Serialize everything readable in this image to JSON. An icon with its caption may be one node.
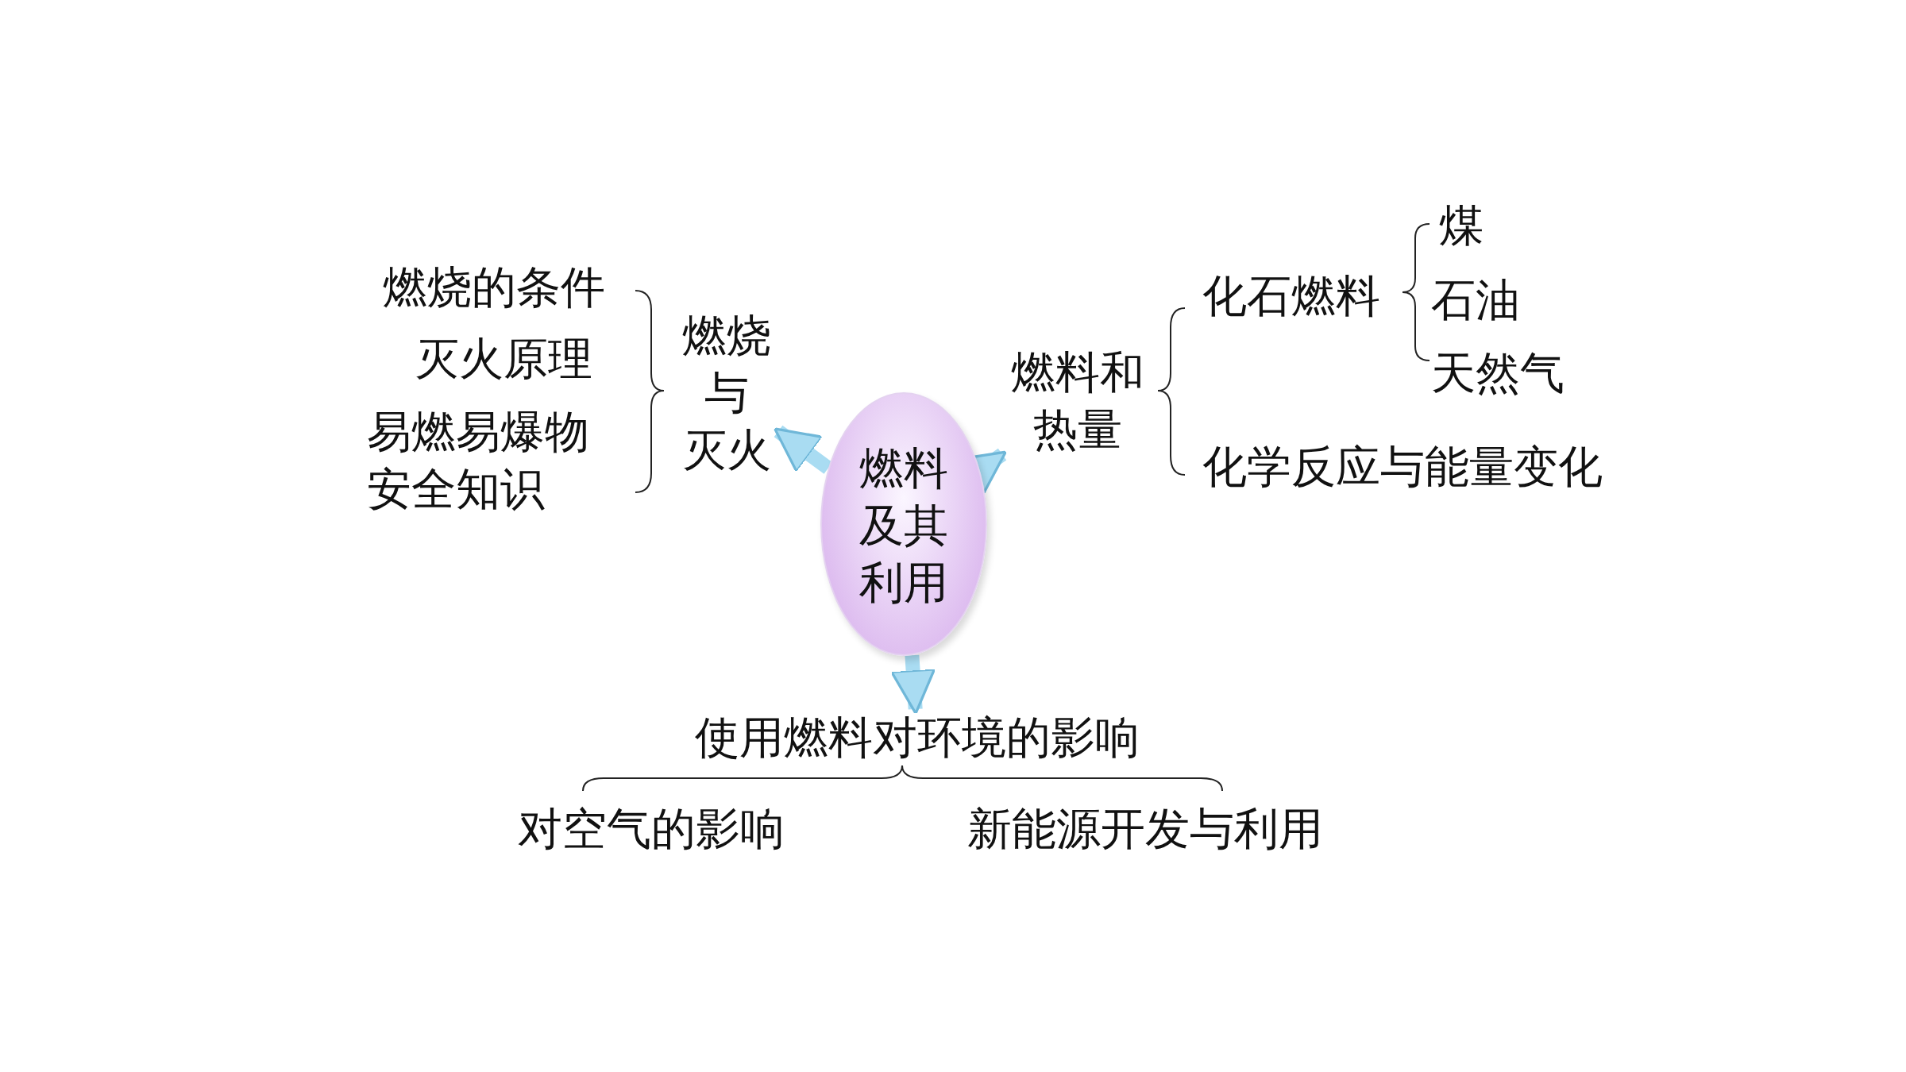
{
  "diagram": {
    "nodes": [
      {
        "text": [
          "燃料及其利用"
        ]
      },
      {
        "text": [
          "燃烧与灭火"
        ]
      },
      {
        "text": [
          "燃料和热量"
        ]
      },
      {
        "text": [
          "使用燃料对环境的影响"
        ]
      }
    ],
    "edges": [
      {
        "from": 0,
        "to": 1,
        "arrow": "to"
      },
      {
        "from": 0,
        "to": 2,
        "arrow": "to"
      },
      {
        "from": 0,
        "to": 3,
        "arrow": "to"
      }
    ],
    "labels": [
      "燃烧的条件",
      "灭火原理",
      "易燃易爆物安全知识",
      "化石燃料",
      "煤",
      "石油",
      "天然气",
      "化学反应与能量变化",
      "对空气的影响",
      "新能源开发与利用"
    ]
  }
}
